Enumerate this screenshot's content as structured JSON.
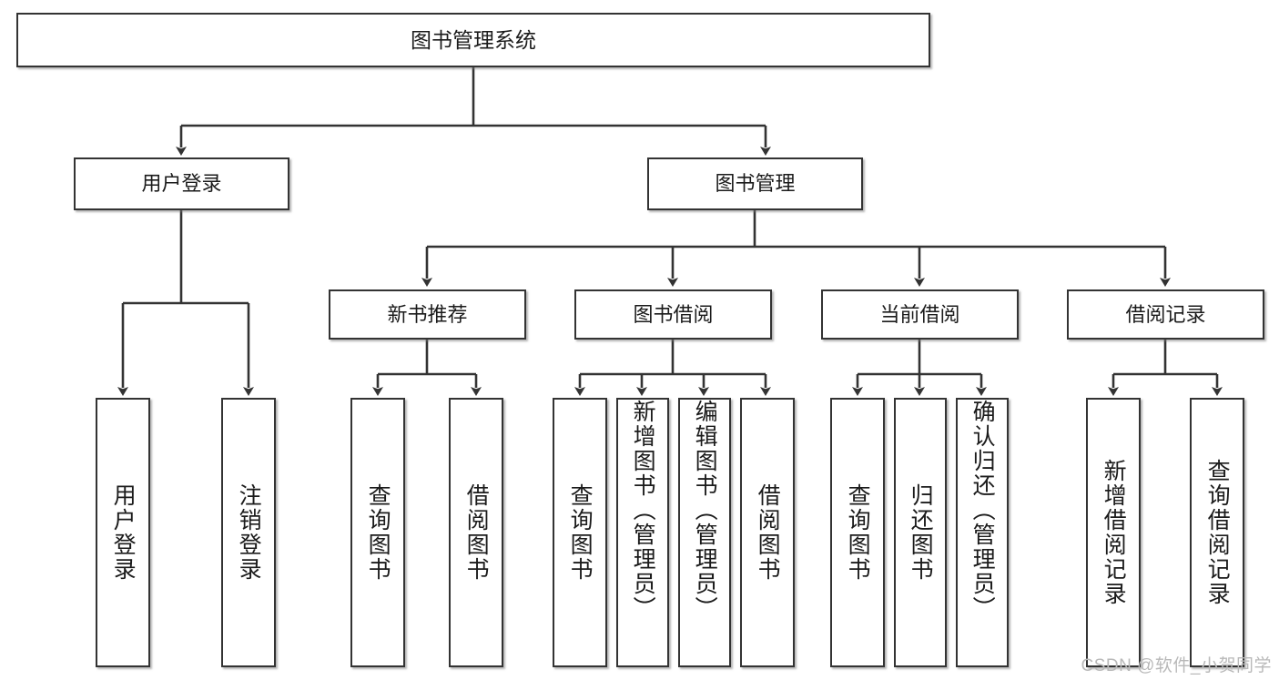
{
  "diagram": {
    "title": "图书管理系统",
    "type": "tree-hierarchy-diagram",
    "colors": {
      "box_border": "#333333",
      "box_fill": "#ffffff",
      "connector": "#333333",
      "text": "#1b1b1b",
      "watermark": "#b9b9b9",
      "background": "#ffffff"
    },
    "levels": {
      "root": {
        "label": "图书管理系统"
      },
      "level1": [
        {
          "id": "user_login",
          "label": "用户登录"
        },
        {
          "id": "book_manage",
          "label": "图书管理"
        }
      ],
      "level2": [
        {
          "id": "new_book_rec",
          "label": "新书推荐",
          "parent": "book_manage"
        },
        {
          "id": "book_borrow",
          "label": "图书借阅",
          "parent": "book_manage"
        },
        {
          "id": "current_borrow",
          "label": "当前借阅",
          "parent": "book_manage"
        },
        {
          "id": "borrow_record",
          "label": "借阅记录",
          "parent": "book_manage"
        }
      ],
      "leaves": [
        {
          "id": "leaf_user_login",
          "label": "用户登录",
          "parent": "user_login"
        },
        {
          "id": "leaf_logout",
          "label": "注销登录",
          "parent": "user_login"
        },
        {
          "id": "leaf_query_book_1",
          "label": "查询图书",
          "parent": "new_book_rec"
        },
        {
          "id": "leaf_borrow_book_1",
          "label": "借阅图书",
          "parent": "new_book_rec"
        },
        {
          "id": "leaf_query_book_2",
          "label": "查询图书",
          "parent": "book_borrow"
        },
        {
          "id": "leaf_add_book",
          "label": "新增图书（管理员）",
          "parent": "book_borrow"
        },
        {
          "id": "leaf_edit_book",
          "label": "编辑图书（管理员）",
          "parent": "book_borrow"
        },
        {
          "id": "leaf_borrow_book_2",
          "label": "借阅图书",
          "parent": "book_borrow"
        },
        {
          "id": "leaf_query_book_3",
          "label": "查询图书",
          "parent": "current_borrow"
        },
        {
          "id": "leaf_return_book",
          "label": "归还图书",
          "parent": "current_borrow"
        },
        {
          "id": "leaf_confirm_return",
          "label": "确认归还（管理员）",
          "parent": "current_borrow"
        },
        {
          "id": "leaf_add_record",
          "label": "新增借阅记录",
          "parent": "borrow_record"
        },
        {
          "id": "leaf_query_record",
          "label": "查询借阅记录",
          "parent": "borrow_record"
        }
      ]
    }
  },
  "watermark": {
    "text": "CSDN @软件_小贺同学"
  }
}
